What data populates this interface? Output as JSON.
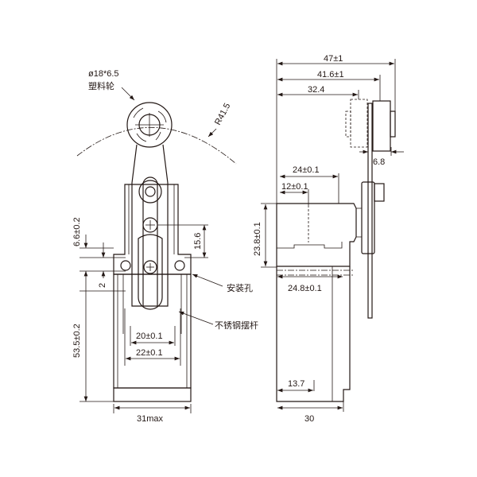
{
  "front_view": {
    "roller_label": "ø18*6.5",
    "roller_material": "塑料轮",
    "radius": "R41.5",
    "dim_6_6": "6.6±0.2",
    "dim_2": "2",
    "dim_53_5": "53.5±0.2",
    "dim_15_6": "15.6",
    "dim_20": "20±0.1",
    "dim_22": "22±0.1",
    "dim_31": "31max",
    "mount_hole": "安装孔",
    "lever_label": "不锈钢摆杆"
  },
  "side_view": {
    "dim_47": "47±1",
    "dim_41_6": "41.6±1",
    "dim_32_4": "32.4",
    "dim_6_8": "6.8",
    "dim_24": "24±0.1",
    "dim_12": "12±0.1",
    "dim_23_8": "23.8±0.1",
    "dim_24_8": "24.8±0.1",
    "dim_13_7": "13.7",
    "dim_30": "30"
  }
}
